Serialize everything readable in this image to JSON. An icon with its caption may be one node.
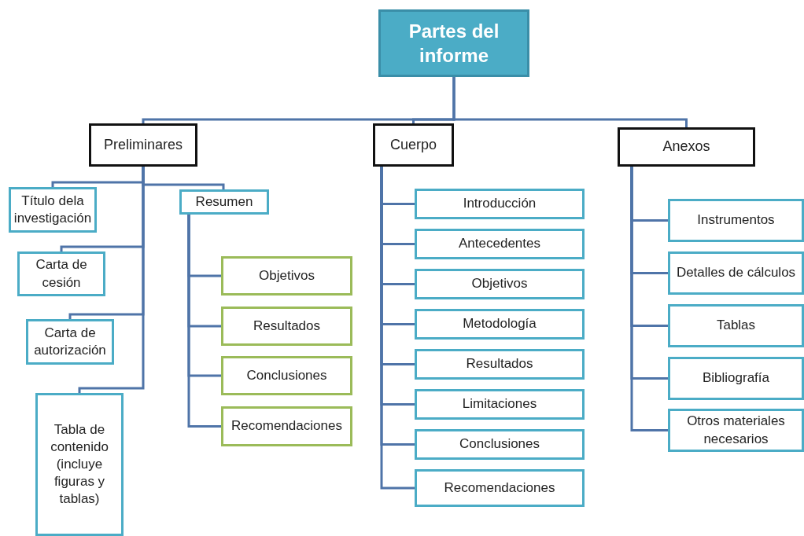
{
  "diagram": {
    "nodes": [
      {
        "text": [
          "Partes del informe"
        ]
      },
      {
        "text": [
          "Preliminares"
        ]
      },
      {
        "text": [
          "Cuerpo"
        ]
      },
      {
        "text": [
          "Anexos"
        ]
      },
      {
        "text": [
          "Título dela investigación"
        ]
      },
      {
        "text": [
          "Carta de cesión"
        ]
      },
      {
        "text": [
          "Carta de autorización"
        ]
      },
      {
        "text": [
          "Tabla de contenido (incluye figuras y tablas)"
        ]
      },
      {
        "text": [
          "Resumen"
        ]
      },
      {
        "text": [
          "Objetivos"
        ]
      },
      {
        "text": [
          "Resultados"
        ]
      },
      {
        "text": [
          "Conclusiones"
        ]
      },
      {
        "text": [
          "Recomendaciones"
        ]
      },
      {
        "text": [
          "Introducción"
        ]
      },
      {
        "text": [
          "Antecedentes"
        ]
      },
      {
        "text": [
          "Objetivos"
        ]
      },
      {
        "text": [
          "Metodología"
        ]
      },
      {
        "text": [
          "Resultados"
        ]
      },
      {
        "text": [
          "Limitaciones"
        ]
      },
      {
        "text": [
          "Conclusiones"
        ]
      },
      {
        "text": [
          "Recomendaciones"
        ]
      },
      {
        "text": [
          "Instrumentos"
        ]
      },
      {
        "text": [
          "Detalles de cálculos"
        ]
      },
      {
        "text": [
          "Tablas"
        ]
      },
      {
        "text": [
          "Bibliografía"
        ]
      },
      {
        "text": [
          "Otros materiales necesarios"
        ]
      }
    ],
    "edges": [
      {
        "from": 0,
        "to": 1,
        "arrow": "none"
      },
      {
        "from": 0,
        "to": 2,
        "arrow": "none"
      },
      {
        "from": 0,
        "to": 3,
        "arrow": "none"
      },
      {
        "from": 1,
        "to": 4,
        "arrow": "none"
      },
      {
        "from": 1,
        "to": 5,
        "arrow": "none"
      },
      {
        "from": 1,
        "to": 6,
        "arrow": "none"
      },
      {
        "from": 1,
        "to": 7,
        "arrow": "none"
      },
      {
        "from": 1,
        "to": 8,
        "arrow": "none"
      },
      {
        "from": 8,
        "to": 9,
        "arrow": "none"
      },
      {
        "from": 8,
        "to": 10,
        "arrow": "none"
      },
      {
        "from": 8,
        "to": 11,
        "arrow": "none"
      },
      {
        "from": 8,
        "to": 12,
        "arrow": "none"
      },
      {
        "from": 2,
        "to": 13,
        "arrow": "none"
      },
      {
        "from": 2,
        "to": 14,
        "arrow": "none"
      },
      {
        "from": 2,
        "to": 15,
        "arrow": "none"
      },
      {
        "from": 2,
        "to": 16,
        "arrow": "none"
      },
      {
        "from": 2,
        "to": 17,
        "arrow": "none"
      },
      {
        "from": 2,
        "to": 18,
        "arrow": "none"
      },
      {
        "from": 2,
        "to": 19,
        "arrow": "none"
      },
      {
        "from": 2,
        "to": 20,
        "arrow": "none"
      },
      {
        "from": 3,
        "to": 21,
        "arrow": "none"
      },
      {
        "from": 3,
        "to": 22,
        "arrow": "none"
      },
      {
        "from": 3,
        "to": 23,
        "arrow": "none"
      },
      {
        "from": 3,
        "to": 24,
        "arrow": "none"
      },
      {
        "from": 3,
        "to": 25,
        "arrow": "none"
      }
    ]
  }
}
